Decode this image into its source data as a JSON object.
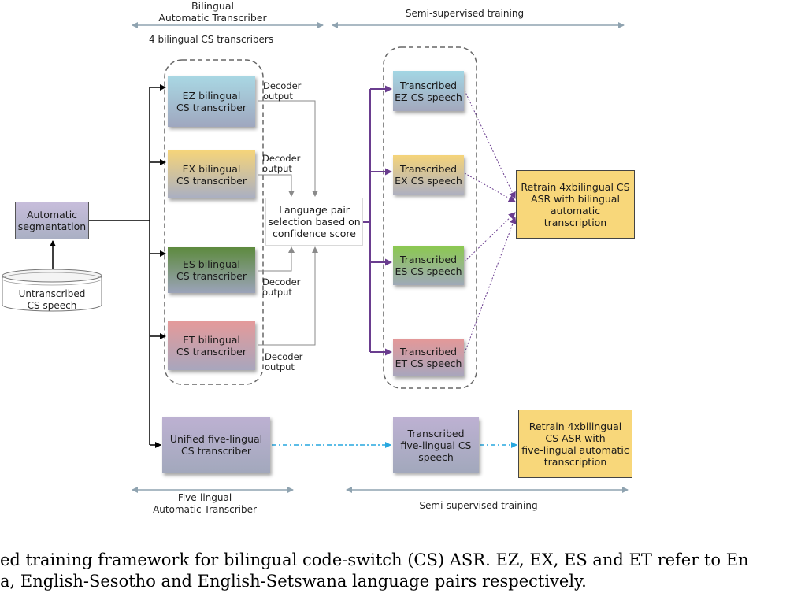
{
  "headers": {
    "bilingual_at": "Bilingual\nAutomatic Transcriber",
    "semi_top": "Semi-supervised training",
    "four_bilingual": "4 bilingual CS transcribers",
    "fivelingual_at": "Five-lingual\nAutomatic Transcriber",
    "semi_bottom": "Semi-supervised training"
  },
  "nodes": {
    "auto_seg": "Automatic\nsegmentation",
    "untranscribed": "Untranscribed\nCS speech",
    "ez": "EZ bilingual\nCS transcriber",
    "ex": "EX bilingual\nCS transcriber",
    "es": "ES bilingual\nCS transcriber",
    "et": "ET bilingual\nCS transcriber",
    "lang_select": "Language pair\nselection based on\nconfidence score",
    "t_ez": "Transcribed\nEZ CS speech",
    "t_ex": "Transcribed\nEX CS speech",
    "t_es": "Transcribed\nES CS speech",
    "t_et": "Transcribed\nET CS speech",
    "retrain_bi": "Retrain 4xbilingual  CS\nASR with bilingual\nautomatic\ntranscription",
    "unified": "Unified five-lingual\nCS transcriber",
    "t_five": "Transcribed\nfive-lingual CS\nspeech",
    "retrain_five": "Retrain 4xbilingual\nCS ASR with\nfive-lingual automatic\ntranscription"
  },
  "edge_labels": {
    "dec_ez": "Decoder\noutput",
    "dec_ex": "Decoder\noutput",
    "dec_es": "Decoder\noutput",
    "dec_et": "Decoder\noutput"
  },
  "caption": {
    "line1": "ed training framework for bilingual code-switch (CS) ASR. EZ, EX, ES and ET refer to En",
    "line2": "a, English-Sesotho and English-Setswana language pairs respectively."
  },
  "colors": {
    "ez": "#a9d3dd",
    "ex": "#f0d27a",
    "es": "#6f8f4e",
    "et": "#dc9c9c",
    "t_es": "#95c957",
    "retrain": "#f8d77a",
    "unified": "#b3a7c8",
    "purple_arrow": "#6a3d8f",
    "cyan_dash": "#27a7df"
  }
}
